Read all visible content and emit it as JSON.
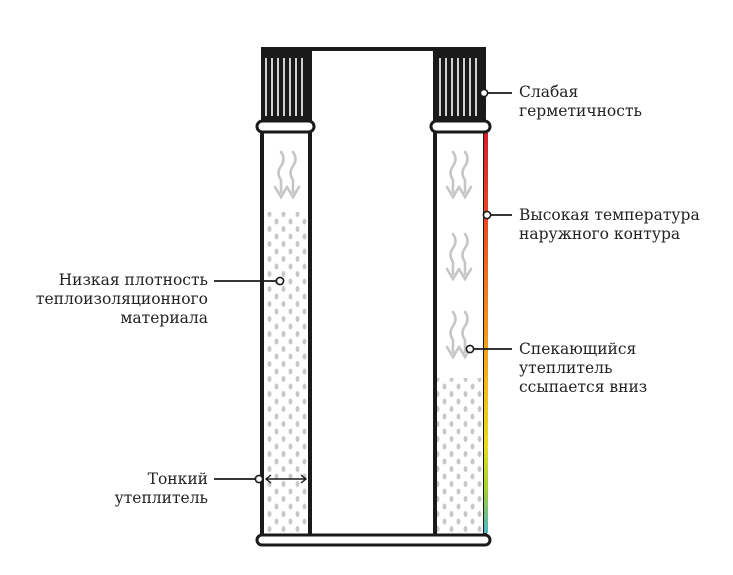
{
  "labels": {
    "weak_seal": [
      "Слабая",
      "герметичность"
    ],
    "high_temp": [
      "Высокая температура",
      "наружного контура"
    ],
    "sintering": [
      "Спекающийся",
      "утеплитель",
      "ссыпается вниз"
    ],
    "low_density": [
      "Низкая плотность",
      "теплоизоляционного",
      "материала"
    ],
    "thin_insulation": [
      "Тонкий",
      "утеплитель"
    ]
  },
  "colors": {
    "outline": "#1a1a1a",
    "insulation_dots": "#c8c8c8",
    "arrows": "#c6c6c6",
    "text": "#222222",
    "gradient": [
      "#d2202a",
      "#e94b22",
      "#f08a1f",
      "#f3b51d",
      "#e8dc1e",
      "#9dcf3a",
      "#49b7c8"
    ]
  }
}
